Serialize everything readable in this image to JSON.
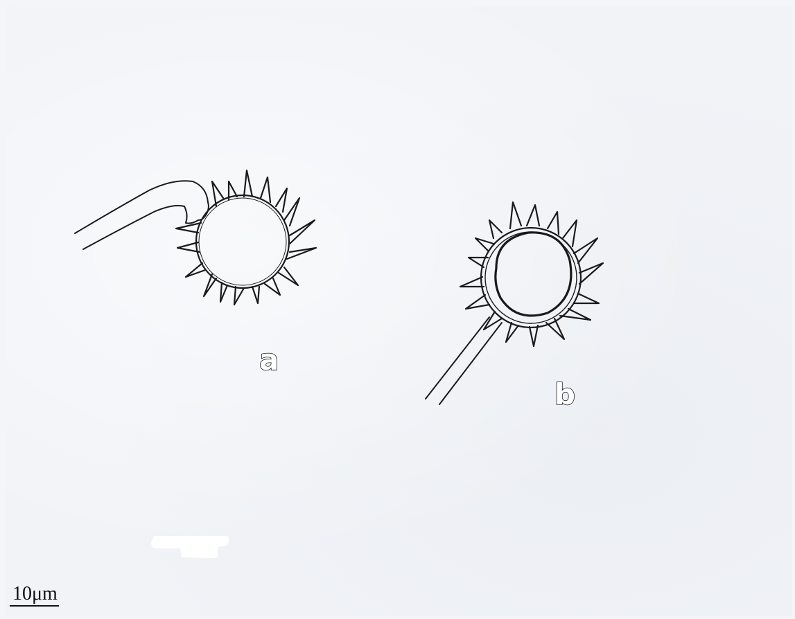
{
  "labels": {
    "a": "a",
    "b": "b"
  },
  "scale": {
    "label": "10μm"
  },
  "colors": {
    "ink": "#1a1a1a",
    "paper": "#f1f3f7"
  }
}
